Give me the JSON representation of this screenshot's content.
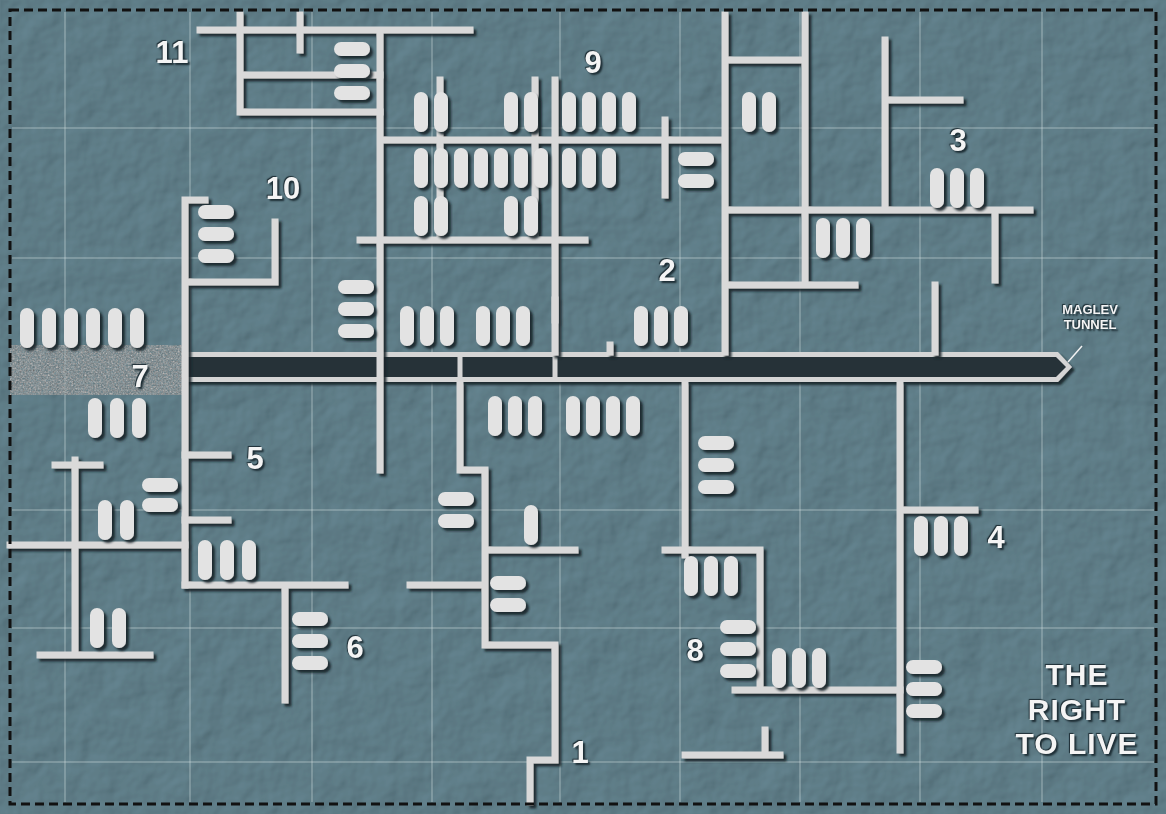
{
  "diagram": {
    "title": "THE RIGHT TO LIVE",
    "labels": [
      "11",
      "9",
      "3",
      "10",
      "2",
      "7",
      "5",
      "4",
      "6",
      "8",
      "1",
      "MAGLEV TUNNEL"
    ]
  }
}
